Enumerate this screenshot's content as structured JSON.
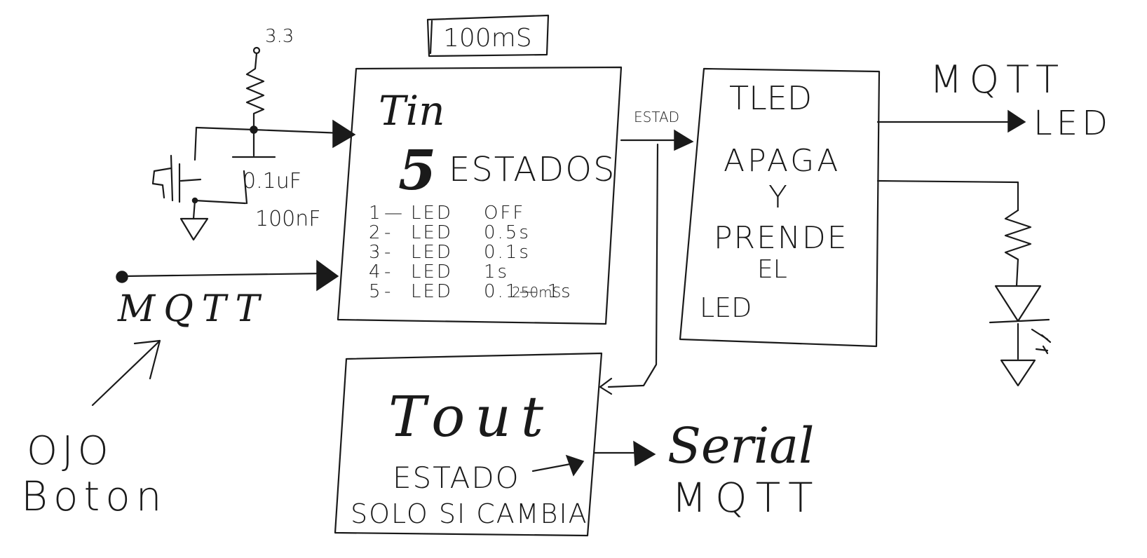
{
  "timing_label": "100mS",
  "supply_label": "3.3",
  "capacitor_label": "0.1uF",
  "capacitor_alt_label": "100nF",
  "mqtt_input_label": "MQTT",
  "ojo_note": "OJO",
  "boton_note": "Boton",
  "tin": {
    "title": "Tin",
    "estados_count": "5",
    "estados_label": "ESTADOS",
    "states": [
      {
        "num": "1",
        "sep": "—",
        "name": "LED",
        "value": "OFF"
      },
      {
        "num": "2",
        "sep": "-",
        "name": "LED",
        "value": "0.5s"
      },
      {
        "num": "3",
        "sep": "-",
        "name": "LED",
        "value": "0.1s"
      },
      {
        "num": "4",
        "sep": "-",
        "name": "LED",
        "value": "1s"
      },
      {
        "num": "5",
        "sep": "-",
        "name": "LED",
        "value": "0.1— 1s"
      }
    ],
    "note_250": "250mS"
  },
  "estado_arrow_label": "ESTAD",
  "tled": {
    "title": "TLED",
    "line1": "APAGA",
    "line2": "Y",
    "line3": "PRENDE",
    "line4": "EL",
    "line5": "LED"
  },
  "mqtt_output_label": "MQTT",
  "led_output_label": "LED",
  "tout": {
    "title": "Tout",
    "line1": "ESTADO",
    "line2": "SOLO SI CAMBIA"
  },
  "serial_label": "Serial",
  "serial_mqtt_label": "MQTT"
}
